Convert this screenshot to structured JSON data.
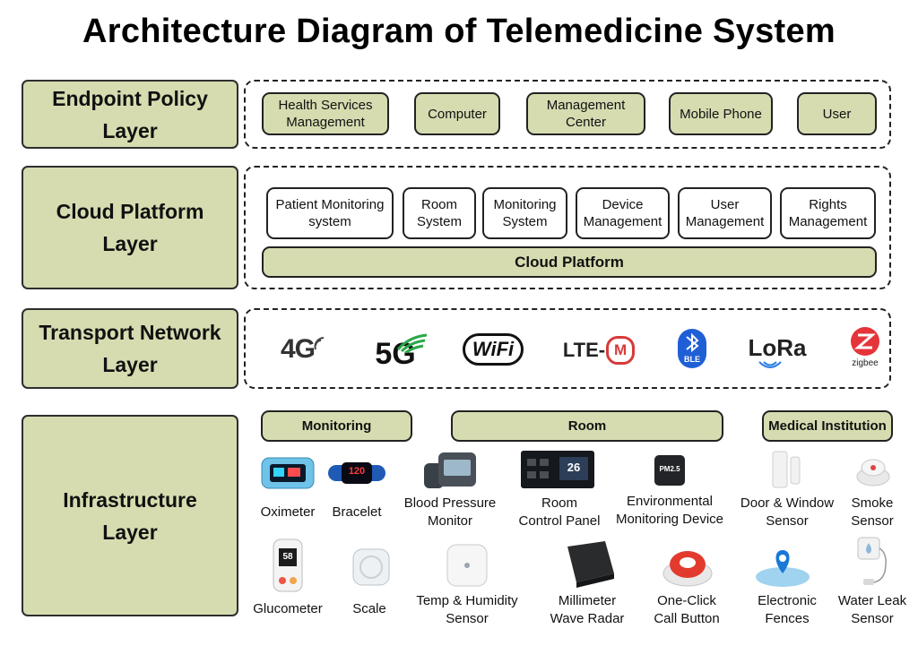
{
  "title": "Architecture Diagram of Telemedicine System",
  "layers": {
    "endpoint": {
      "label_line1": "Endpoint Policy",
      "label_line2": "Layer",
      "items": [
        "Health Services Management",
        "Computer",
        "Management Center",
        "Mobile Phone",
        "User"
      ]
    },
    "cloud": {
      "label_line1": "Cloud Platform",
      "label_line2": "Layer",
      "items": [
        "Patient Monitoring system",
        "Room System",
        "Monitoring System",
        "Device Management",
        "User Management",
        "Rights Management"
      ],
      "platform": "Cloud Platform"
    },
    "transport": {
      "label_line1": "Transport Network",
      "label_line2": "Layer",
      "logos": {
        "g4": "4G",
        "g5": "5G",
        "wifi": "WiFi",
        "lte": "LTE-",
        "lte_m": "M",
        "ble": "BLE",
        "lora": "LoRa",
        "zigbee": "zigbee"
      }
    },
    "infrastructure": {
      "label_line1": "Infrastructure",
      "label_line2": "Layer",
      "categories": [
        "Monitoring",
        "Room",
        "Medical Institution"
      ],
      "devices": {
        "oximeter": "Oximeter",
        "bracelet": "Bracelet",
        "bp1": "Blood Pressure",
        "bp2": "Monitor",
        "rcp1": "Room",
        "rcp2": "Control Panel",
        "env1": "Environmental",
        "env2": "Monitoring Device",
        "door1": "Door & Window",
        "door2": "Sensor",
        "smoke1": "Smoke",
        "smoke2": "Sensor",
        "glucometer": "Glucometer",
        "scale": "Scale",
        "temp1": "Temp & Humidity",
        "temp2": "Sensor",
        "radar1": "Millimeter",
        "radar2": "Wave Radar",
        "call1": "One-Click",
        "call2": "Call Button",
        "fence1": "Electronic",
        "fence2": "Fences",
        "leak1": "Water Leak",
        "leak2": "Sensor"
      },
      "icon_text": {
        "bracelet_value": "120",
        "room_panel_value": "26",
        "env_value": "PM2.5",
        "glucometer_value": "58"
      }
    }
  }
}
